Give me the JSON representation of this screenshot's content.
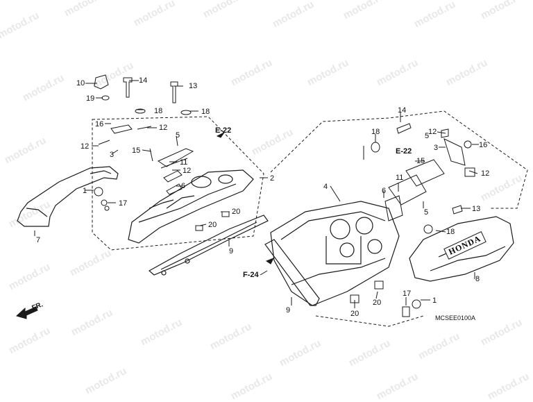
{
  "diagram": {
    "watermark": "motod.ru",
    "diagram_code": "MCSEE0100A",
    "front_label": "FR.",
    "cover_brand": "HONDA",
    "refs": {
      "e22_left": "E-22",
      "e22_right": "E-22",
      "f24": "F-24"
    },
    "callouts": {
      "c1a": "1",
      "c1b": "1",
      "c2": "2",
      "c3a": "3",
      "c3b": "3",
      "c4": "4",
      "c5a": "5",
      "c5b": "5",
      "c6a": "6",
      "c6b": "6",
      "c7": "7",
      "c8": "8",
      "c9a": "9",
      "c9b": "9",
      "c10": "10",
      "c11a": "11",
      "c11b": "11",
      "c12a": "12",
      "c12b": "12",
      "c12c": "12",
      "c12d": "12",
      "c13a": "13",
      "c13b": "13",
      "c14a": "14",
      "c14b": "14",
      "c15a": "15",
      "c15b": "15",
      "c16a": "16",
      "c16b": "16",
      "c17a": "17",
      "c17b": "17",
      "c18a": "18",
      "c18b": "18",
      "c18c": "18",
      "c18d": "18",
      "c19": "19",
      "c20a": "20",
      "c20b": "20",
      "c20c": "20",
      "c20d": "20"
    }
  }
}
